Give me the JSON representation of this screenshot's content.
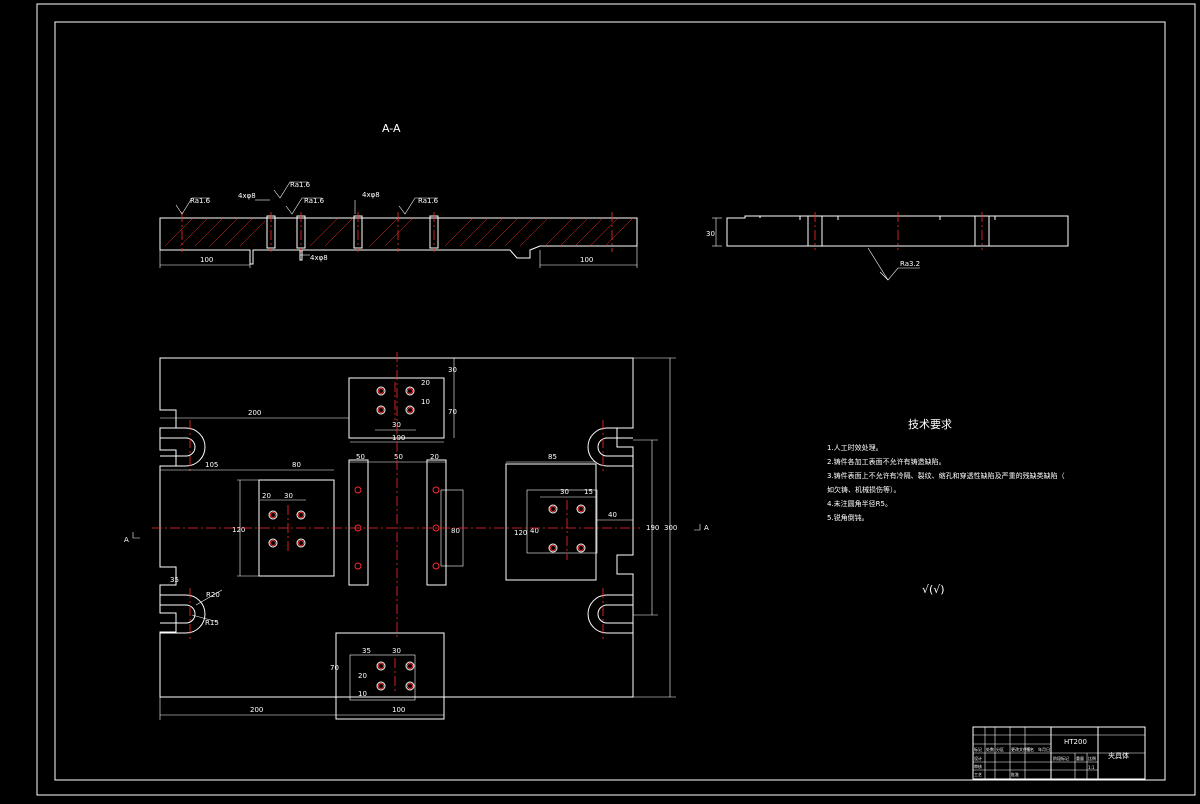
{
  "section_view": {
    "title": "A-A"
  },
  "section_dims": {
    "left_len": "100",
    "right_len": "100",
    "surface_a": "Ra1.6",
    "surface_b": "Ra1.6",
    "surface_c": "Ra1.6",
    "surface_d": "Ra1.6",
    "hole_a": "4xφ8",
    "hole_b": "4xφ8",
    "hole_c": "4xφ8"
  },
  "side_view": {
    "height": "30",
    "roughness": "Ra3.2"
  },
  "plan_dims": {
    "d_200_top": "200",
    "d_105": "105",
    "d_80_left": "80",
    "d_100_topblock": "100",
    "d_30_topblock": "30",
    "d_20_topblock": "20",
    "d_70_topblock": "70",
    "d_10_topblock": "10",
    "d_30_leftblock": "30",
    "d_20_leftblock": "20",
    "d_120_leftblock": "120",
    "d_50_slot1": "50",
    "d_50_slot2": "50",
    "d_20_slot": "20",
    "d_80_slot": "80",
    "d_85": "85",
    "d_30_rightblock": "30",
    "d_15_rightblock": "15",
    "d_40_rightblock": "40",
    "d_120_rightblock": "120",
    "d_40_shaft": "40",
    "d_190": "190",
    "d_300": "300",
    "d_35": "35",
    "d_r20": "R20",
    "d_r15": "R15",
    "d_200_bottom": "200",
    "d_100_bottom": "100",
    "d_70_bottom": "70",
    "d_35_bottom": "35",
    "d_30_bottom": "30",
    "d_20_bottom": "20",
    "d_10_bottom": "10",
    "section_mark_left": "A",
    "section_mark_right": "A"
  },
  "tech_requirements": {
    "title": "技术要求",
    "items": [
      "1.人工时效处理。",
      "2.铸件各加工表面不允许有铸造缺陷。",
      "3.铸件表面上不允许有冷隔、裂纹、缩孔和穿透性缺陷及严重的残缺类缺陷（",
      "如欠铸、机械损伤等）。",
      "4.未注圆角半径R5。",
      "5.锐角倒钝。"
    ],
    "roughness_note": "√(√)"
  },
  "title_block": {
    "material": "HT200",
    "drawing_name": "夹具体",
    "labels": [
      "标记",
      "处数",
      "分区",
      "更改文件号",
      "签名",
      "年月日",
      "设计",
      "审核",
      "工艺",
      "批准",
      "阶段标记",
      "重量",
      "比例"
    ],
    "scale": "1:1"
  }
}
